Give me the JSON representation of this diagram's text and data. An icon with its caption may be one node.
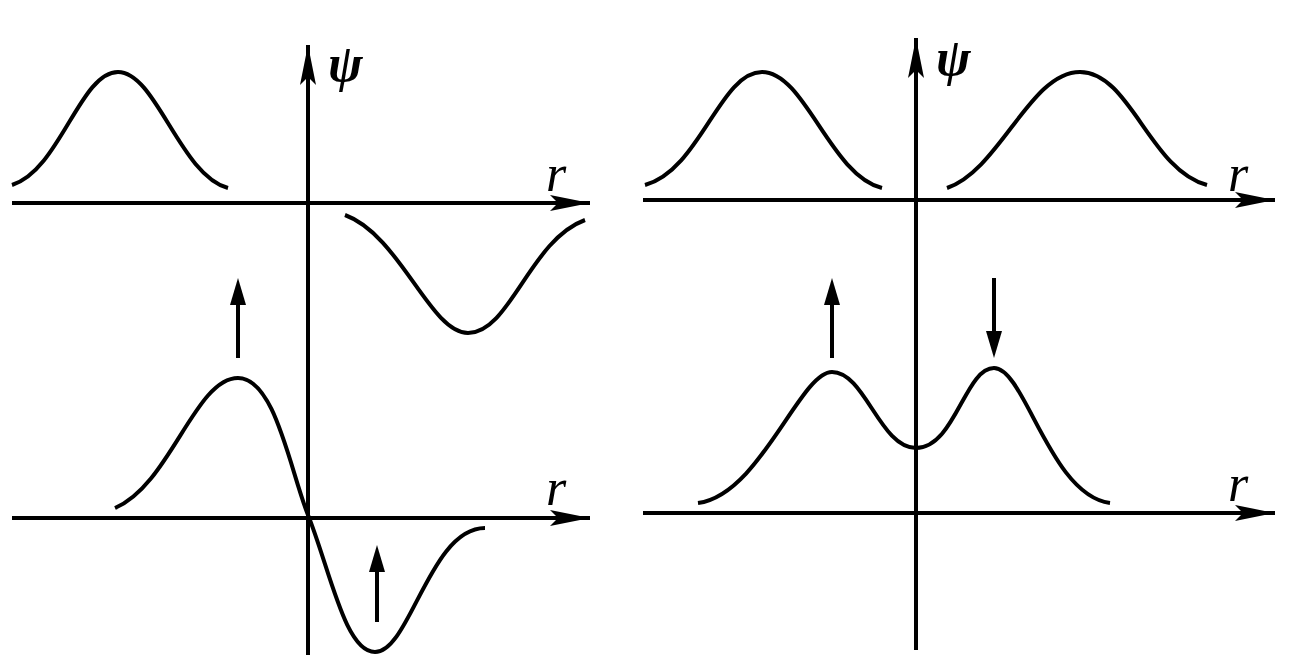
{
  "diagram": {
    "labels": [
      "ψ",
      "ψ",
      "r",
      "r",
      "r",
      "r"
    ]
  }
}
